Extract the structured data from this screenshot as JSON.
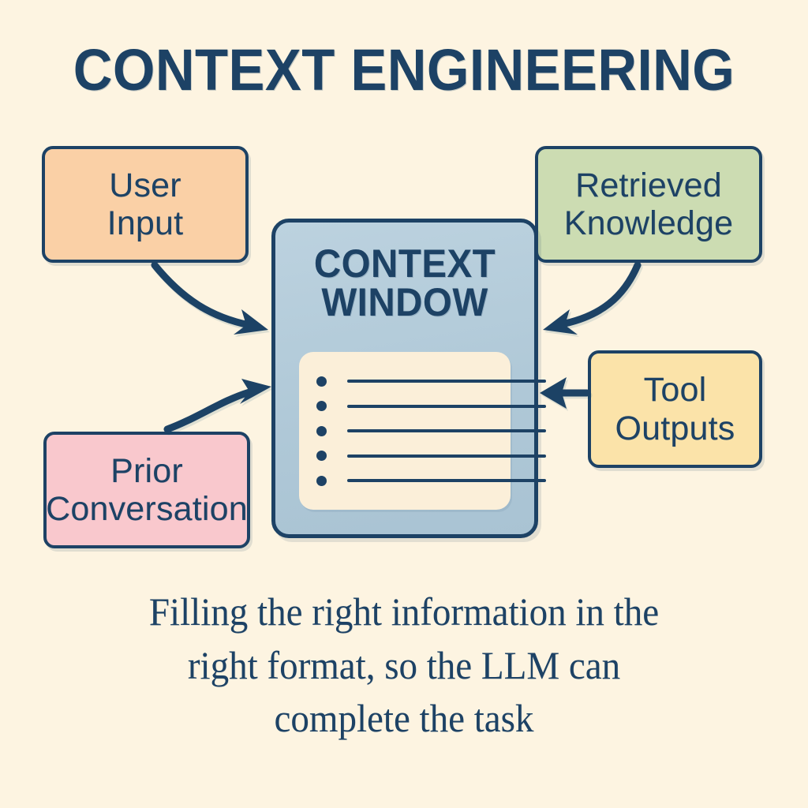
{
  "title": "CONTEXT ENGINEERING",
  "colors": {
    "background": "#FDF4E1",
    "ink": "#1D4265",
    "user_input": "#FAD0A6",
    "retrieved_knowledge": "#CCDCB2",
    "prior_conversation": "#F9C8CD",
    "tool_outputs": "#FBE3A9",
    "context_window": "#B6CFDD",
    "context_card": "#FBEFD9"
  },
  "boxes": {
    "user_input": {
      "line1": "User",
      "line2": "Input"
    },
    "retrieved_knowledge": {
      "line1": "Retrieved",
      "line2": "Knowledge"
    },
    "prior_conversation": {
      "line1": "Prior",
      "line2": "Conversation"
    },
    "tool_outputs": {
      "line1": "Tool",
      "line2": "Outputs"
    }
  },
  "context_window": {
    "line1": "CONTEXT",
    "line2": "WINDOW",
    "list_items": [
      {
        "line_width": 252
      },
      {
        "line_width": 252
      },
      {
        "line_width": 252
      },
      {
        "line_width": 252
      },
      {
        "line_width": 252
      }
    ]
  },
  "arrows": [
    {
      "from": "user-input",
      "to": "context-window",
      "style": "curved"
    },
    {
      "from": "retrieved-knowledge",
      "to": "context-window",
      "style": "curved"
    },
    {
      "from": "prior-conversation",
      "to": "context-window",
      "style": "curved"
    },
    {
      "from": "tool-outputs",
      "to": "context-window",
      "style": "straight"
    }
  ],
  "caption": {
    "line1": "Filling the right information in the",
    "line2": "right format, so the LLM can",
    "line3": "complete the task"
  }
}
